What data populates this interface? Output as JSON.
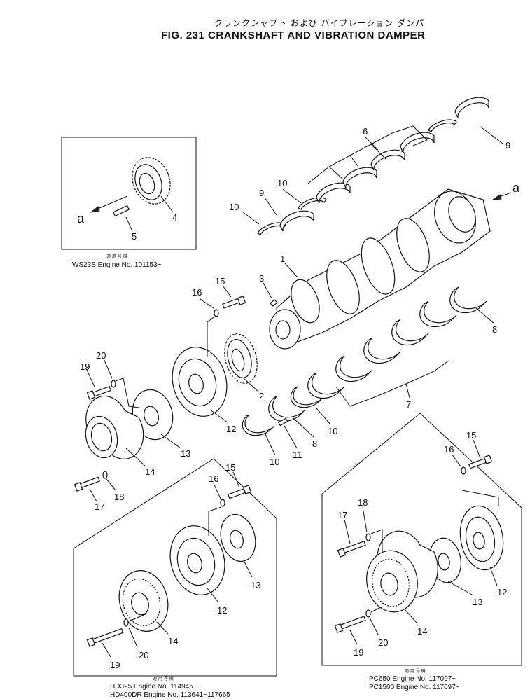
{
  "header": {
    "jp_title": "クランクシャフト および バイブレーション ダンパ",
    "title": "FIG. 231   CRANKSHAFT AND VIBRATION DAMPER"
  },
  "labels": {
    "p1": "1",
    "p2": "2",
    "p3": "3",
    "p4": "4",
    "p5": "5",
    "p6": "6",
    "p7": "7",
    "p8a": "8",
    "p8b": "8",
    "p9a": "9",
    "p9b": "9",
    "p10a": "10",
    "p10b": "10",
    "p10c": "10",
    "p10d": "10",
    "p11": "11",
    "p12a": "12",
    "p12b": "12",
    "p12c": "12",
    "p13a": "13",
    "p13b": "13",
    "p13c": "13",
    "p14a": "14",
    "p14b": "14",
    "p14c": "14",
    "p15a": "15",
    "p15b": "15",
    "p15c": "15",
    "p16a": "16",
    "p16b": "16",
    "p16c": "16",
    "p17a": "17",
    "p17b": "17",
    "p18a": "18",
    "p18b": "18",
    "p19a": "19",
    "p19b": "19",
    "p19c": "19",
    "p20a": "20",
    "p20b": "20",
    "p20c": "20",
    "arrow_a1": "a",
    "arrow_a2": "a"
  },
  "notes": {
    "inset_top": {
      "jp": "適 用 号 機",
      "line1": "WS23S   Engine No. 101153~"
    },
    "inset_bl": {
      "jp": "適 用 号 機",
      "line1": "HD325     Engine No. 114945~",
      "line2": "HD400DR  Engine No. 113641~117665"
    },
    "inset_br": {
      "jp": "適 用 号 機",
      "line1": "PC650    Engine No. 117097~",
      "line2": "PC1500   Engine No. 117097~"
    }
  }
}
